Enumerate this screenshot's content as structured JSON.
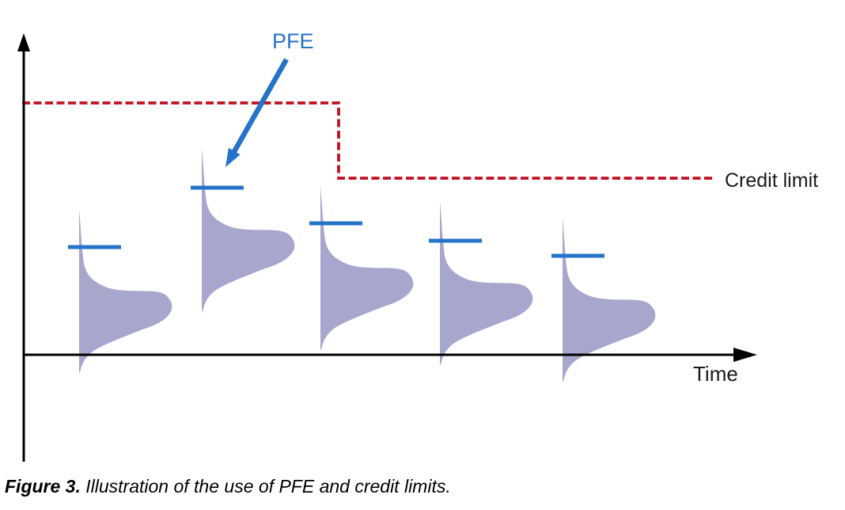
{
  "labels": {
    "pfe": "PFE",
    "credit_limit": "Credit limit",
    "time": "Time"
  },
  "caption": {
    "label": "Figure 3.",
    "text": "Illustration of the use of PFE and credit limits."
  },
  "colors": {
    "pfe_blue": "#2573C9",
    "credit_limit_red": "#C01020",
    "distribution_fill": "#A7A7CD",
    "axis_black": "#000000",
    "text_black": "#1A1A1A"
  }
}
